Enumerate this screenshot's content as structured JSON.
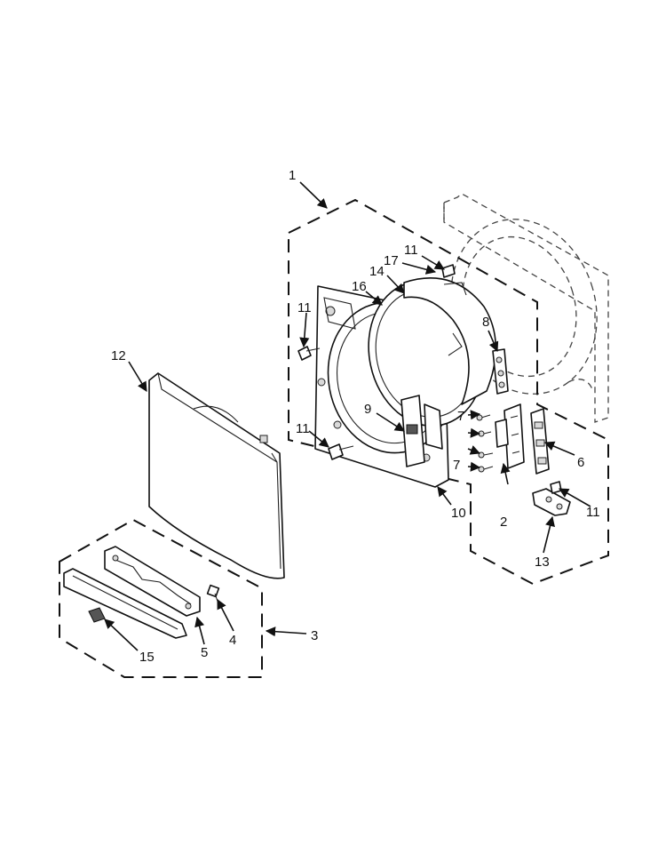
{
  "callouts": {
    "c1": "1",
    "c2": "2",
    "c3": "3",
    "c4": "4",
    "c5": "5",
    "c6": "6",
    "c7a": "7",
    "c7b": "7",
    "c8": "8",
    "c9": "9",
    "c10": "10",
    "c11a": "11",
    "c11b": "11",
    "c11c": "11",
    "c11d": "11",
    "c12": "12",
    "c13": "13",
    "c14": "14",
    "c15": "15",
    "c16": "16",
    "c17": "17"
  }
}
